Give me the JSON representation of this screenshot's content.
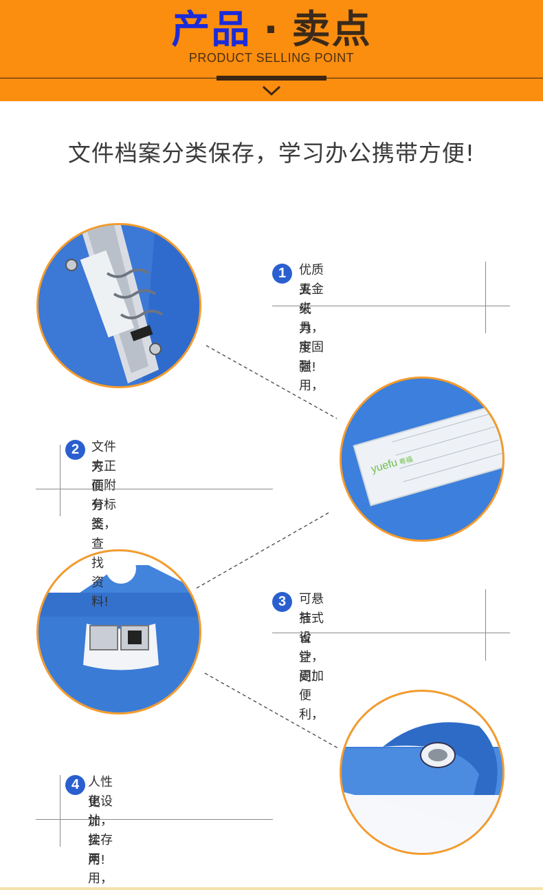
{
  "header": {
    "title_cn_1": "产品",
    "title_dot": "·",
    "title_cn_2": "卖点",
    "subtitle_en": "PRODUCT SELLING POINT",
    "colors": {
      "background": "#fb8d0f",
      "title_blue": "#1b2bd9",
      "title_dark": "#3a2a1a"
    }
  },
  "main": {
    "headline": "文件档案分类保存，学习办公携带方便!"
  },
  "features": [
    {
      "number": "1",
      "line1": "优质五金夹具，牢固耐用，",
      "line2": "夹纸力度强!"
    },
    {
      "number": "2",
      "line1": "文件夹正面附有标签，",
      "line2": "方便分类查找资料!"
    },
    {
      "number": "3",
      "line1": "可悬挂式设计，更加便利，",
      "line2": "节省空间!"
    },
    {
      "number": "4",
      "line1": "人性化设计，挂存两用，",
      "line2": "更加实用!"
    }
  ],
  "label_card": {
    "brand": "yuefu",
    "brand_cn": "粤福"
  },
  "images": [
    "metal-clip-closeup",
    "label-window-closeup",
    "hanging-hook-closeup",
    "hanging-hole-closeup"
  ]
}
